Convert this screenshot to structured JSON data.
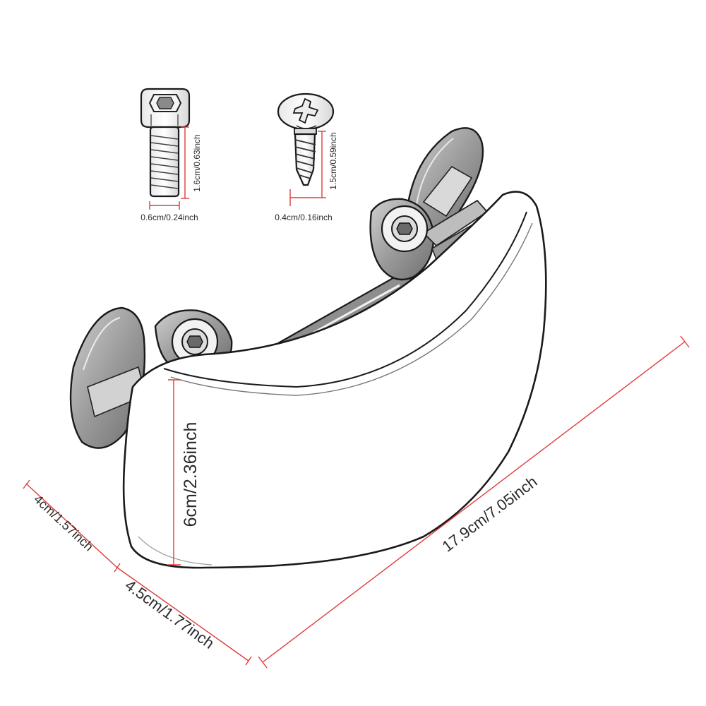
{
  "screw_hex": {
    "length_label": "1.6cm/0.63inch",
    "diameter_label": "0.6cm/0.24inch"
  },
  "screw_phillips": {
    "length_label": "1.5cm/0.59inch",
    "diameter_label": "0.4cm/0.16inch"
  },
  "visor": {
    "height_label": "6cm/2.36inch",
    "side_label": "4cm/1.57inch",
    "depth_label": "4.5cm/1.77inch",
    "width_label": "17.9cm/7.05inch"
  },
  "colors": {
    "dimension_line": "#e23a3a",
    "drawing_line": "#1a1a1a",
    "text": "#2a2a2a"
  }
}
